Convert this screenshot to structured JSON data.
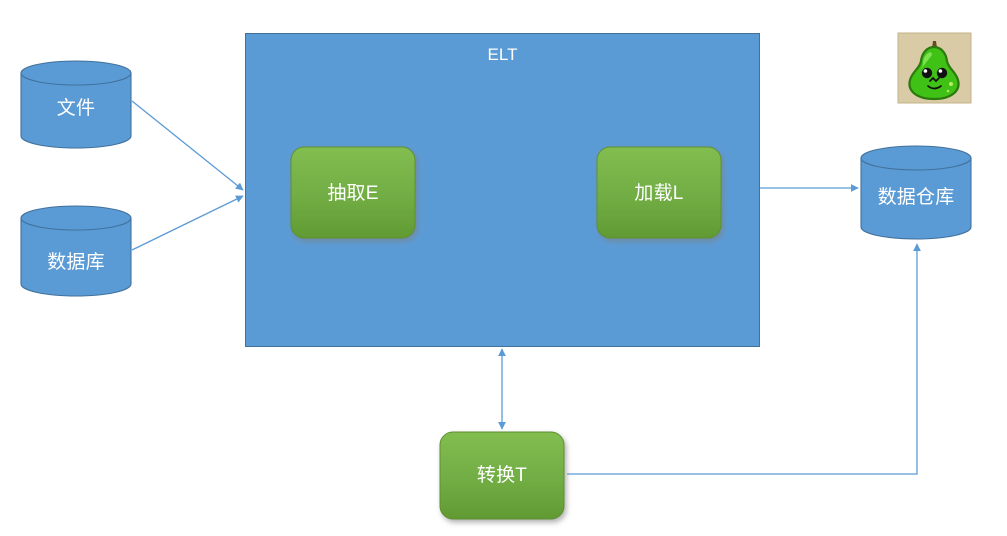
{
  "diagram": {
    "title": "ELT",
    "background_color": "#ffffff",
    "palette": {
      "box_blue_fill": "#5b9bd5",
      "box_blue_stroke": "#41719c",
      "cylinder_fill": "#5b9bd5",
      "cylinder_stroke": "#41719c",
      "green_fill_top": "#7fba4c",
      "green_fill_bottom": "#659c36",
      "green_stroke": "#4e7a28",
      "arrow_color": "#5b9bd5",
      "label_text": "#ffffff"
    },
    "sources": [
      {
        "id": "file",
        "label": "文件",
        "shape": "cylinder"
      },
      {
        "id": "database",
        "label": "数据库",
        "shape": "cylinder"
      }
    ],
    "container": {
      "id": "elt",
      "label": "ELT",
      "shape": "rectangle",
      "children": [
        {
          "id": "extract",
          "label": "抽取E",
          "shape": "rounded-rect"
        },
        {
          "id": "load",
          "label": "加载L",
          "shape": "rounded-rect"
        }
      ]
    },
    "transform": {
      "id": "transform",
      "label": "转换T",
      "shape": "rounded-rect"
    },
    "warehouse": {
      "id": "warehouse",
      "label": "数据仓库",
      "shape": "cylinder"
    },
    "avatar": {
      "id": "pear-avatar",
      "name": "pear-avatar-icon",
      "background_color": "#d8cba6",
      "body_color": "#3fc116",
      "body_highlight": "#7ee04a",
      "outline_color": "#2c7a0e",
      "stem_color": "#6b4a1e"
    },
    "connectors": [
      {
        "id": "file-to-elt",
        "from": "file",
        "to": "elt",
        "direction": "one-way"
      },
      {
        "id": "database-to-elt",
        "from": "database",
        "to": "elt",
        "direction": "one-way"
      },
      {
        "id": "load-to-warehouse",
        "from": "load",
        "to": "warehouse",
        "direction": "one-way"
      },
      {
        "id": "elt-to-transform",
        "from": "elt",
        "to": "transform",
        "direction": "two-way"
      },
      {
        "id": "warehouse-to-transform",
        "from": "warehouse",
        "to": "transform",
        "direction": "one-way"
      }
    ]
  }
}
